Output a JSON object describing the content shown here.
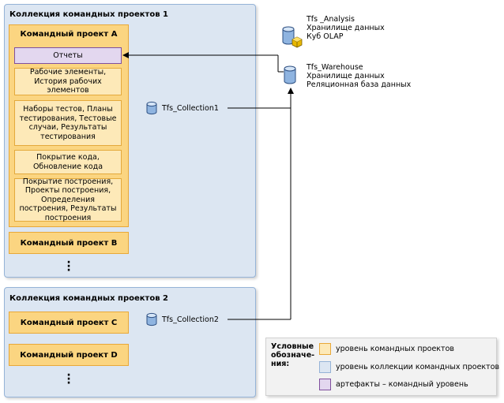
{
  "collection1": {
    "title": "Коллекция командных проектов 1",
    "team_a": {
      "title": "Командный проект A",
      "items": [
        {
          "text": "Отчеты"
        },
        {
          "text": "Рабочие элементы, История рабочих элементов"
        },
        {
          "text": "Наборы тестов, Планы тестирования, Тестовые случаи, Результаты тестирования"
        },
        {
          "text": "Покрытие кода, Обновление кода"
        },
        {
          "text": "Покрытие построения, Проекты построения, Определения построения, Результаты построения"
        }
      ]
    },
    "team_b": "Командный проект B",
    "db_label": "Tfs_Collection1"
  },
  "collection2": {
    "title": "Коллекция командных проектов 2",
    "team_c": "Командный проект C",
    "team_d": "Командный проект D",
    "db_label": "Tfs_Collection2"
  },
  "analysis": {
    "name": "Tfs _Analysis",
    "line1": "Хранилище данных",
    "line2": "Куб OLAP"
  },
  "warehouse": {
    "name": "Tfs_Warehouse",
    "line1": "Хранилище данных",
    "line2": "Реляционная база данных"
  },
  "legend": {
    "heading": "Условные обозначе-ния:",
    "entries": [
      {
        "text": "уровень командных проектов",
        "color": "#fde9b8",
        "border": "#e8a838"
      },
      {
        "text": "уровень коллекции командных проектов",
        "color": "#dce6f2",
        "border": "#95b3d7"
      },
      {
        "text": "артефакты – командный уровень",
        "color": "#e3d7ef",
        "border": "#7f4f9e"
      }
    ]
  },
  "icons": {
    "database": "database-cylinder-icon",
    "cube": "olap-cube-icon"
  }
}
